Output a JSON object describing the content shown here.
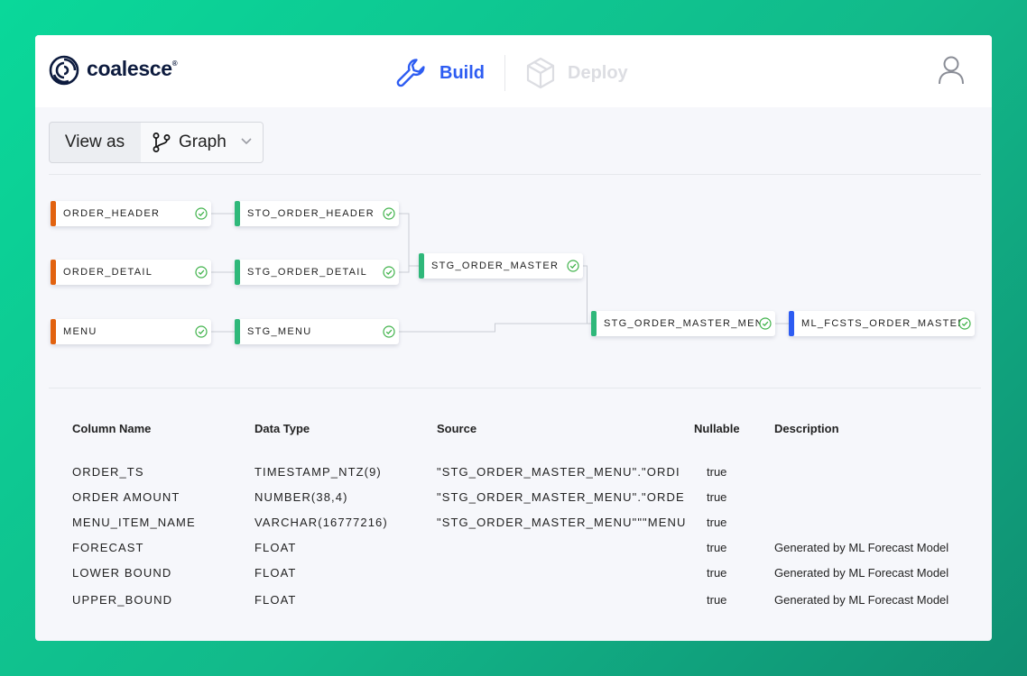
{
  "header": {
    "brand": "coalesce",
    "brand_mark": "®",
    "nav": [
      {
        "label": "Build",
        "active": true,
        "icon": "wrench-icon"
      },
      {
        "label": "Deploy",
        "active": false,
        "icon": "cube-icon"
      }
    ],
    "user_icon": "user-icon"
  },
  "toolbar": {
    "view_as_label": "View as",
    "view_mode": "Graph"
  },
  "colors": {
    "accent": "#2d5cf2",
    "source": "#e2620f",
    "staging": "#2fb87a",
    "ml": "#2d5cf2",
    "check": "#3fb24a"
  },
  "graph": {
    "nodes": [
      {
        "id": "order_header",
        "label": "ORDER_HEADER",
        "kind": "source",
        "status": "ok"
      },
      {
        "id": "order_detail",
        "label": "ORDER_DETAIL",
        "kind": "source",
        "status": "ok"
      },
      {
        "id": "menu",
        "label": "MENU",
        "kind": "source",
        "status": "ok"
      },
      {
        "id": "sto_order_header",
        "label": "STO_ORDER_HEADER",
        "kind": "staging",
        "status": "ok"
      },
      {
        "id": "stg_order_detail",
        "label": "STG_ORDER_DETAIL",
        "kind": "staging",
        "status": "ok"
      },
      {
        "id": "stg_menu",
        "label": "STG_MENU",
        "kind": "staging",
        "status": "ok"
      },
      {
        "id": "stg_order_master",
        "label": "STG_ORDER_MASTER",
        "kind": "staging",
        "status": "ok"
      },
      {
        "id": "stg_order_master_menu",
        "label": "STG_ORDER_MASTER_MENU",
        "kind": "staging",
        "status": "ok"
      },
      {
        "id": "ml_fcsts_order_master",
        "label": "ML_FCSTS_ORDER_MASTER",
        "kind": "ml",
        "status": "ok"
      }
    ]
  },
  "columns_table": {
    "headers": [
      "Column Name",
      "Data Type",
      "Source",
      "Nullable",
      "Description"
    ],
    "rows": [
      [
        "ORDER_TS",
        "TIMESTAMP_NTZ(9)",
        "\"STG_ORDER_MASTER_MENU\".\"ORDI",
        "true",
        ""
      ],
      [
        "ORDER AMOUNT",
        "NUMBER(38,4)",
        "\"STG_ORDER_MASTER_MENU\".\"ORDE",
        "true",
        ""
      ],
      [
        "MENU_ITEM_NAME",
        "VARCHAR(16777216)",
        "\"STG_ORDER_MASTER_MENU\"\"\"MENU",
        "true",
        ""
      ],
      [
        "FORECAST",
        "FLOAT",
        "",
        "true",
        "Generated by ML Forecast Model"
      ],
      [
        "LOWER BOUND",
        "FLOAT",
        "",
        "true",
        "Generated by ML Forecast Model"
      ],
      [
        "UPPER_BOUND",
        "FLOAT",
        "",
        "true",
        "Generated by ML Forecast Model"
      ]
    ]
  }
}
